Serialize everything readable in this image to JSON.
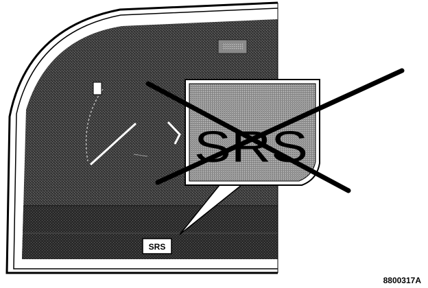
{
  "callout": {
    "label": "SRS"
  },
  "indicator": {
    "label": "SRS"
  },
  "figure_id": "8800317A",
  "colors": {
    "panel_dark": "#3a3a3a",
    "panel_mid": "#6b6b6b",
    "callout_fill": "#8f8f8f",
    "line": "#000000"
  }
}
